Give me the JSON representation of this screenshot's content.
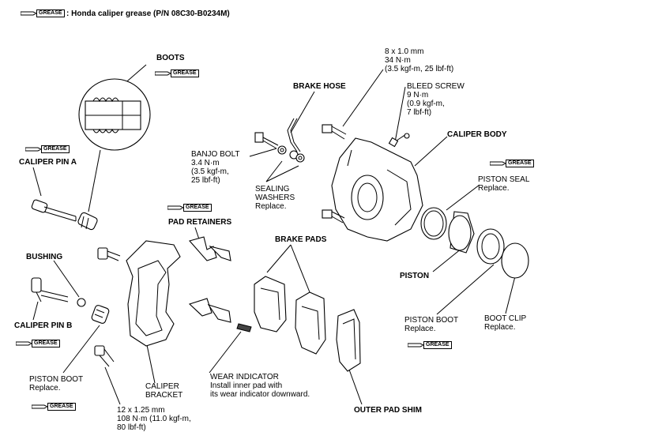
{
  "legend": {
    "icon_label": "GREASE",
    "text": ": Honda caliper grease (P/N 08C30-B0234M)"
  },
  "grease_label": "GREASE",
  "labels": {
    "boots": "BOOTS",
    "caliper_pin_a": "CALIPER PIN A",
    "brake_hose": "BRAKE HOSE",
    "torque_top_1": "8 x 1.0 mm",
    "torque_top_2": "34 N·m",
    "torque_top_3": "(3.5 kgf-m, 25 lbf-ft)",
    "bleed_screw": "BLEED SCREW",
    "bleed_1": "9 N·m",
    "bleed_2": "(0.9 kgf-m,",
    "bleed_3": "7 lbf-ft)",
    "caliper_body": "CALIPER BODY",
    "banjo_bolt": "BANJO BOLT",
    "banjo_1": "3.4 N·m",
    "banjo_2": "(3.5 kgf-m,",
    "banjo_3": "25 lbf-ft)",
    "sealing_washers_1": "SEALING",
    "sealing_washers_2": "WASHERS",
    "sealing_replace": "Replace.",
    "piston_seal": "PISTON SEAL",
    "piston_seal_replace": "Replace.",
    "pad_retainers": "PAD RETAINERS",
    "brake_pads": "BRAKE PADS",
    "bushing": "BUSHING",
    "piston": "PISTON",
    "caliper_pin_b": "CALIPER PIN B",
    "piston_boot_right": "PISTON BOOT",
    "piston_boot_right_replace": "Replace.",
    "boot_clip": "BOOT CLIP",
    "boot_clip_replace": "Replace.",
    "piston_boot_left": "PISTON BOOT",
    "piston_boot_left_replace": "Replace.",
    "caliper_bracket_1": "CALIPER",
    "caliper_bracket_2": "BRACKET",
    "wear_indicator": "WEAR INDICATOR",
    "wear_1": "Install inner pad with",
    "wear_2": "its wear indicator downward.",
    "bracket_torque_1": "12 x 1.25 mm",
    "bracket_torque_2": "108 N·m (11.0 kgf-m,",
    "bracket_torque_3": "80 lbf-ft)",
    "outer_pad_shim": "OUTER PAD SHIM"
  }
}
